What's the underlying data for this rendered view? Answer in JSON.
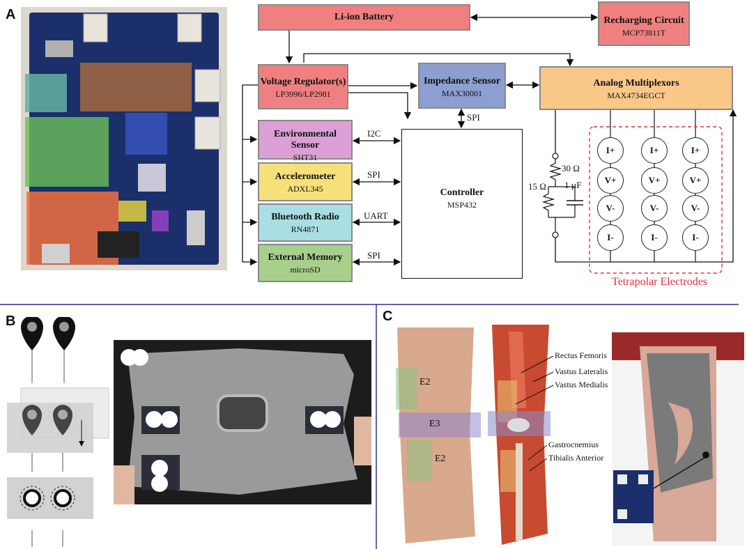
{
  "panels": {
    "a": "A",
    "b": "B",
    "c": "C"
  },
  "block_diagram": {
    "battery": {
      "title": "Li-ion Battery"
    },
    "recharging": {
      "title": "Recharging Circuit",
      "part": "MCP73811T"
    },
    "regulator": {
      "title": "Voltage Regulator(s)",
      "part": "LP3996/LP2981"
    },
    "impedance": {
      "title": "Impedance Sensor",
      "part": "MAX30001"
    },
    "multiplexor": {
      "title": "Analog Multiplexors",
      "part": "MAX4734EGCT"
    },
    "environmental": {
      "title": "Environmental Sensor",
      "part": "SHT31",
      "bus": "I2C"
    },
    "accelerometer": {
      "title": "Accelerometer",
      "part": "ADXL345",
      "bus": "SPI"
    },
    "bluetooth": {
      "title": "Bluetooth Radio",
      "part": "RN4871",
      "bus": "UART"
    },
    "memory": {
      "title": "External Memory",
      "part": "microSD",
      "bus": "SPI"
    },
    "controller": {
      "title": "Controller",
      "part": "MSP432"
    },
    "controller_bus": "SPI",
    "circuit": {
      "r1": "30 Ω",
      "r2": "15 Ω",
      "c1": "1 µF"
    },
    "electrodes": [
      [
        "I+",
        "V+",
        "V-",
        "I-"
      ],
      [
        "I+",
        "V+",
        "V-",
        "I-"
      ],
      [
        "I+",
        "V+",
        "V-",
        "I-"
      ]
    ],
    "electrodes_caption": "Tetrapolar Electrodes"
  },
  "anatomy": {
    "zones": [
      "E2",
      "E3",
      "E2"
    ],
    "muscles": [
      "Rectus Femoris",
      "Vastus Lateralis",
      "Vastus Medialis",
      "Gastrocnemius",
      "Tibialis Anterior"
    ]
  },
  "colors": {
    "battery": "#f08080",
    "recharge": "#f08080",
    "regulator": "#f08080",
    "impedance": "#8c9fd0",
    "multiplexor": "#f9c889",
    "environmental": "#dba0d6",
    "accelerometer": "#f6e07a",
    "bluetooth": "#a9dfe3",
    "memory": "#a8d08d",
    "divider": "#2e3192",
    "electrode_box": "#e0303a"
  }
}
